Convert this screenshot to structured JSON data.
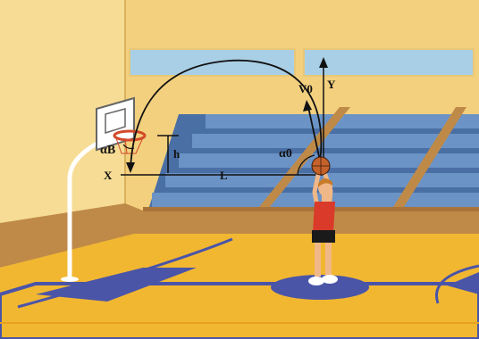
{
  "labels": {
    "alpha_b": "αB",
    "h": "h",
    "x_axis": "X",
    "distance": "L",
    "alpha_0": "α0",
    "v0": "V0",
    "y_axis": "Y"
  },
  "colors": {
    "wall": "#f3d07e",
    "wall_light": "#f7dc95",
    "window": "#a9cfe6",
    "bleacher_seat": "#6b93c5",
    "bleacher_riser": "#4a6fa5",
    "bleacher_rail": "#bf8a48",
    "court": "#f2b731",
    "court_paint": "#4a55a8",
    "player_jersey": "#d93a2a",
    "player_shorts": "#1a1a1a",
    "player_skin": "#f0b788",
    "hair": "#c87b2a",
    "ball": "#c4622a",
    "rim": "#d24a2a",
    "trajectory": "#111111"
  },
  "icons": {
    "backboard": "backboard-icon",
    "hoop": "hoop-icon",
    "player": "player-icon",
    "ball": "basketball-icon"
  }
}
